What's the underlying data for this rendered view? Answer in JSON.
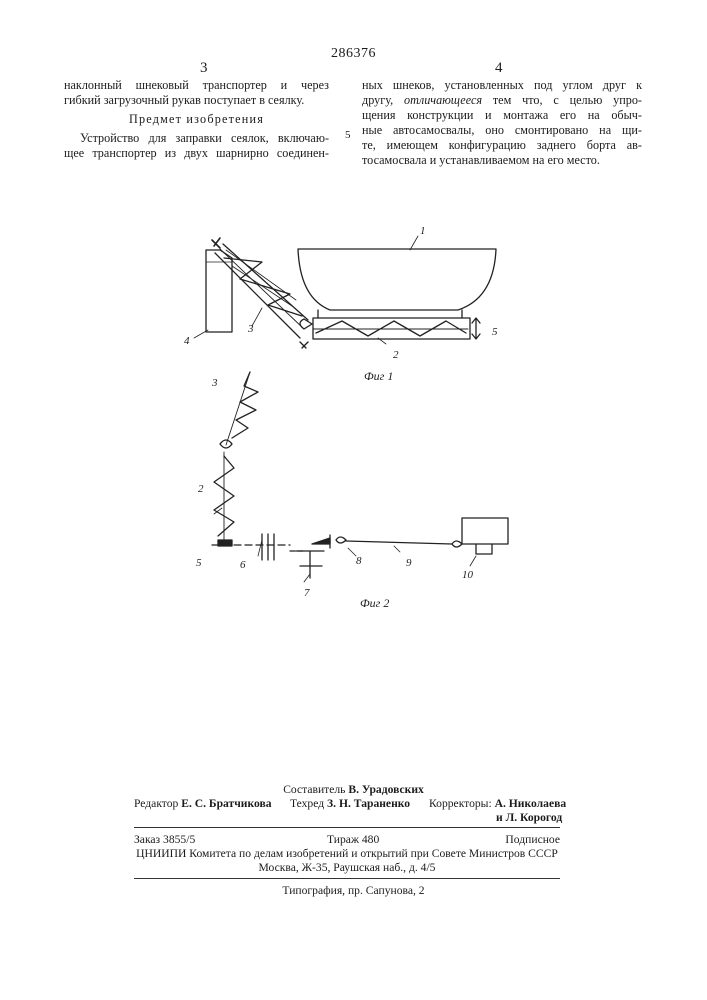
{
  "header": {
    "patent_number": "286376",
    "column_left_number": "3",
    "column_right_number": "4",
    "line_marker": "5"
  },
  "left_column": {
    "lines": [
      "наклонный шнековый транспортер и через",
      "гибкий загрузочный рукав поступает в сеялку."
    ],
    "heading": "Предмет изобретения",
    "claim_lines": [
      "Устройство для заправки сеялок, включаю-",
      "щее транспортер из двух шарнирно соединен-"
    ]
  },
  "right_column": {
    "lines": [
      "ных шнеков, установленных под углом друг к",
      "другу, ",
      "щения конструкции и монтажа его на обыч-",
      "ные автосамосвалы, оно смонтировано на щи-",
      "те, имеющем конфигурацию заднего борта ав-",
      "тосамосвала и устанавливаемом на его место."
    ],
    "italic_phrase": "отличающееся",
    "line2_tail": " тем что, с целью упро-"
  },
  "figure1": {
    "caption": "Фиг 1",
    "labels": [
      "1",
      "2",
      "3",
      "4",
      "5"
    ]
  },
  "figure2": {
    "caption": "Фиг 2",
    "labels": [
      "2",
      "3",
      "5",
      "6",
      "7",
      "8",
      "9",
      "10"
    ]
  },
  "footer": {
    "compiler_label": "Составитель",
    "compiler_name": "В. Урадовских",
    "editor_label": "Редактор",
    "editor_name": "Е. С. Братчикова",
    "tech_label": "Техред",
    "tech_name": "З. Н. Тараненко",
    "correctors_label": "Корректоры:",
    "corrector1": "А. Николаева",
    "corrector2": "и Л. Корогод",
    "order": "Заказ 3855/5",
    "circulation": "Тираж 480",
    "subscription": "Подписное",
    "org_line1": "ЦНИИПИ Комитета по делам изобретений и открытий при Совете Министров СССР",
    "org_line2": "Москва, Ж-35, Раушская наб., д. 4/5",
    "printer": "Типография, пр. Сапунова, 2"
  }
}
